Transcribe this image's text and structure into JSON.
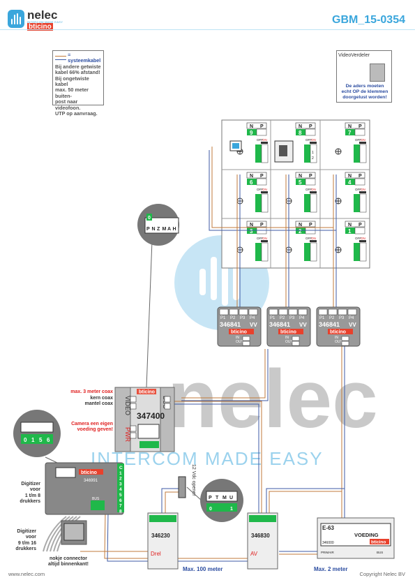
{
  "header": {
    "brand_name": "nelec",
    "brand_tagline": "INTERCOM MADE EASY",
    "brand_partner": "bticino",
    "document_id": "GBM_15-0354"
  },
  "note": {
    "cable_title": "= systeemkabel",
    "lines": [
      "Bij andere getwiste",
      "kabel 66% afstand!",
      "Bij ongetwiste kabel",
      "max. 50 meter buiten-",
      "post naar videofoon.",
      "UTP op aanvraag."
    ]
  },
  "video_distributor_note": {
    "title": "VideoVerdeler",
    "warning_lines": [
      "De aders moeten",
      "echt OP de klemmen",
      "doorgelust worden!"
    ]
  },
  "panel": {
    "terminal_labels": {
      "n": "N",
      "p": "P",
      "off": "OFF",
      "on": "ON"
    },
    "buttons": [
      "9",
      "8",
      "7",
      "6",
      "5",
      "4",
      "3",
      "2",
      "1"
    ],
    "button_8_extra": [
      "1",
      "2"
    ]
  },
  "distributors": {
    "model": "346841",
    "port_labels": [
      "P1",
      "P2",
      "P3",
      "P4"
    ],
    "vv_label": "VV",
    "in_label": "IN",
    "out_label": "OUT",
    "brand": "bticino",
    "count": 3
  },
  "camera_module": {
    "model": "347400",
    "brand": "bticino",
    "video_label": "VIDEO",
    "bus_label": "BUS",
    "pwr_label": "PWR",
    "zoom_terminals": [
      "P",
      "N",
      "Z",
      "M",
      "A",
      "H"
    ],
    "coax_notes": [
      "max. 3 meter coax",
      "kern coax",
      "mantel coax"
    ],
    "camera_power_note": [
      "Camera een eigen",
      "voeding geven!"
    ]
  },
  "digitizer": {
    "model": "346991",
    "brand": "bticino",
    "channel_labels": [
      "C",
      "1",
      "2",
      "3",
      "4",
      "5",
      "6",
      "7",
      "8"
    ],
    "label_1_8": [
      "Digitizer",
      "voor",
      "1 t/m 8",
      "drukkers"
    ],
    "label_9_16": [
      "Digitizer",
      "voor",
      "9 t/m 16",
      "drukkers"
    ],
    "connector_note": [
      "nokje connector",
      "altijd binnenkant!"
    ],
    "zoom_digits": [
      "0",
      "1",
      "5",
      "6"
    ]
  },
  "door_opener": {
    "label": "12 Vdc opener",
    "terminals": [
      "P",
      "T",
      "M",
      "U"
    ],
    "zoom_digits": [
      "0",
      "1"
    ]
  },
  "modules": {
    "left": {
      "model": "346230",
      "sub": "Drel"
    },
    "right": {
      "model": "346830",
      "sub": "AV"
    }
  },
  "power_supply": {
    "model": "E-63",
    "label": "VOEDING",
    "part": "346000",
    "brand": "bticino",
    "primary_label": "PRIMAIR",
    "bus_label": "BUS"
  },
  "distances": {
    "max_100": "Max. 100 meter",
    "max_2": "Max. 2 meter"
  },
  "watermark": {
    "text": "nelec",
    "tagline": "INTERCOM MADE EASY"
  },
  "footer": {
    "website": "www.nelec.com",
    "copyright": "Copyright Nelec BV"
  },
  "colors": {
    "accent": "#3aa6dc",
    "brand_red": "#e8412c",
    "warning_red": "#e02020",
    "wire_orange": "#c07a3b",
    "wire_blue": "#3c5aa6",
    "terminal_green": "#1fb84a"
  }
}
